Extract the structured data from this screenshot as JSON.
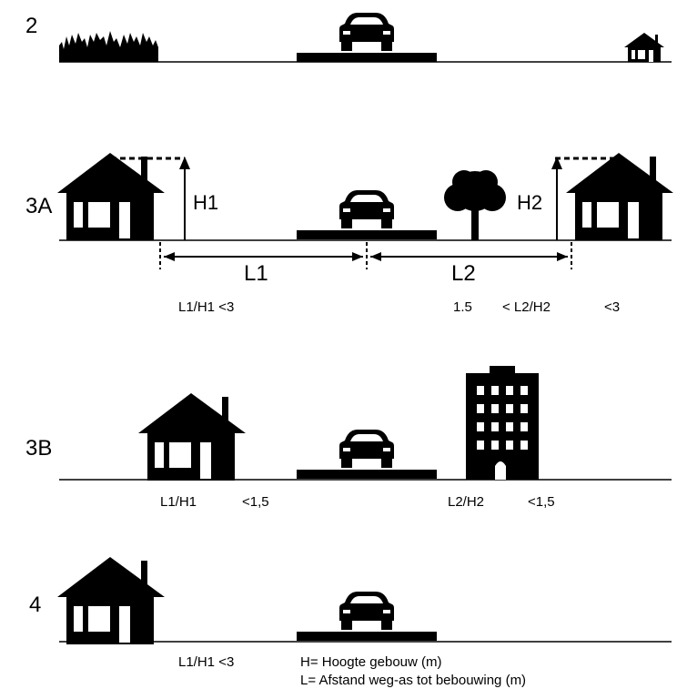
{
  "rows": [
    {
      "label": "2"
    },
    {
      "label": "3A",
      "h_left": "H1",
      "h_right": "H2",
      "l_left": "L1",
      "l_right": "L2",
      "ratio_left": "L1/H1 <3",
      "ratio_right_low": "1.5",
      "ratio_right_mid": "< L2/H2",
      "ratio_right_high": "<3"
    },
    {
      "label": "3B",
      "ratio_left_name": "L1/H1",
      "ratio_left_value": "<1,5",
      "ratio_right_name": "L2/H2",
      "ratio_right_value": "<1,5"
    },
    {
      "label": "4",
      "ratio_left": "L1/H1 <3"
    }
  ],
  "legend": {
    "h": "H= Hoogte gebouw (m)",
    "l": "L= Afstand weg-as tot bebouwing (m)"
  },
  "icons": [
    "city-skyline-icon",
    "car-icon",
    "house-icon",
    "tree-icon",
    "apartment-building-icon",
    "arrow-icon"
  ],
  "colors": {
    "ink": "#000000",
    "background": "#ffffff"
  }
}
